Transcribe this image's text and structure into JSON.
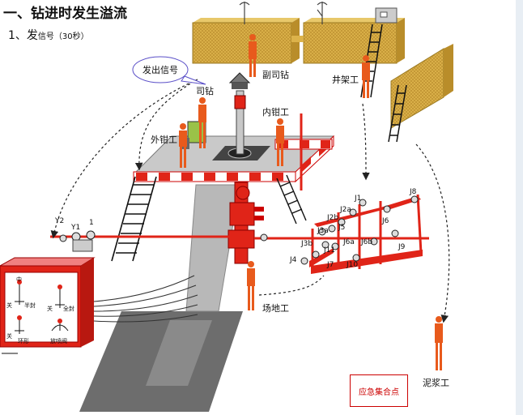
{
  "title": "一、钻进时发生溢流",
  "subtitle": {
    "prefix": "1、发",
    "signal": "信号",
    "duration": "（30秒）"
  },
  "speech_bubble": "发出信号",
  "roles": {
    "driller": "司钻",
    "assistant_driller": "副司钻",
    "derrickman": "井架工",
    "inner_tong": "内钳工",
    "outer_tong": "外钳工",
    "site_worker": "场地工",
    "mud_worker": "泥浆工"
  },
  "assembly_point": "应急集合点",
  "valves": [
    "J1",
    "J2a",
    "J2b",
    "J3a",
    "J3b",
    "J4",
    "J5",
    "J6",
    "J6a",
    "J6b",
    "J7",
    "J8",
    "J9",
    "J10",
    "J11",
    "Y1",
    "Y2",
    "1"
  ],
  "panel": {
    "items": [
      "中",
      "关",
      "半封",
      "关",
      "全封",
      "关",
      "环形",
      "放喷阀"
    ]
  },
  "colors": {
    "red": "#e02418",
    "yellow": "#d9b341",
    "orange": "#e05a1a",
    "gray": "#b8b8b8",
    "dark": "#6d6d6d"
  }
}
